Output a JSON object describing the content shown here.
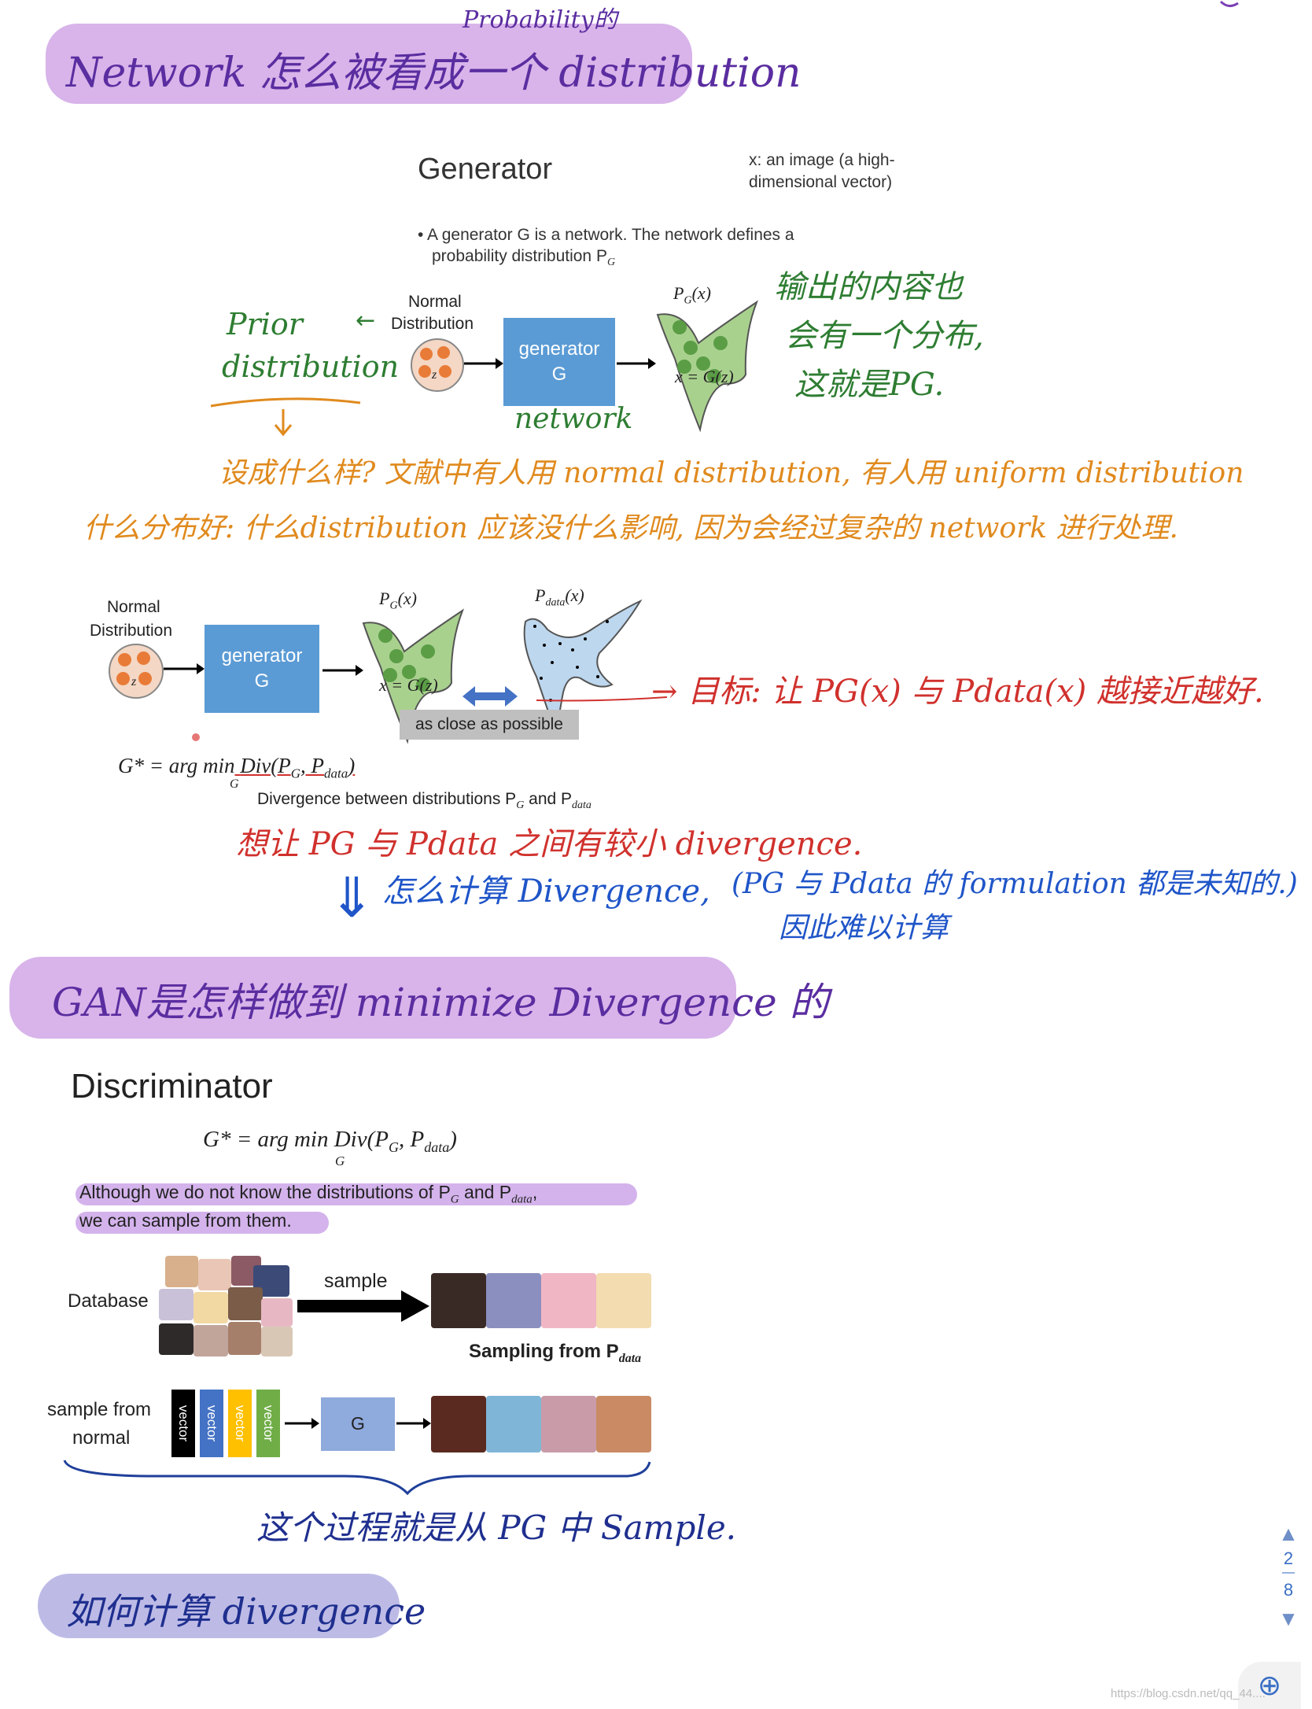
{
  "colors": {
    "purple_highlight": "#d8b4ea",
    "purple_ink": "#5a2da0",
    "green_ink": "#2e7d32",
    "orange_ink": "#e08a1e",
    "red_ink": "#d0312d",
    "blue_ink": "#1f55c8",
    "box_blue": "#5b9bd5",
    "blob_green": "#a9d18e",
    "blob_blue": "#bdd7ee"
  },
  "notes": {
    "title1": "Network 怎么被看成一个 distribution",
    "title1_sup": "Probability的",
    "prior": "Prior",
    "prior2": "distribution",
    "prior_arrow": "←",
    "network": "network",
    "green1": "输出的内容也",
    "green2": "会有一个分布,",
    "green3": "这就是PG.",
    "orange1": "设成什么样? 文献中有人用 normal distribution, 有人用 uniform distribution",
    "orange2": "什么分布好: 什么distribution 应该没什么影响, 因为会经过复杂的 network 进行处理.",
    "red_goal": "→ 目标: 让 PG(x) 与 Pdata(x) 越接近越好.",
    "red2": "想让 PG 与 Pdata 之间有较小 divergence.",
    "blue1": "怎么计算 Divergence,",
    "blue2": "(PG 与 Pdata 的 formulation 都是未知的.)",
    "blue3": "因此难以计算",
    "down_arrow": "⇓",
    "title2": "GAN是怎样做到 minimize Divergence 的",
    "blue4": "这个过程就是从 PG 中 Sample.",
    "title3": "如何计算 divergence"
  },
  "slide1": {
    "title": "Generator",
    "note": "x: an image (a high-",
    "note2": "dimensional vector)",
    "bullet": "• A generator G is a network. The network defines a",
    "bullet2": "probability distribution P",
    "bullet2_sub": "G",
    "normal": "Normal",
    "distribution": "Distribution",
    "z": "z",
    "gen": "generator",
    "gen2": "G",
    "pg": "P",
    "pg_sub": "G",
    "pg_x": "(x)",
    "xg": "x = G(z)"
  },
  "slide2": {
    "normal": "Normal",
    "distribution": "Distribution",
    "z": "z",
    "gen": "generator",
    "gen2": "G",
    "pg": "P",
    "pg_sub": "G",
    "pg_x": "(x)",
    "pdata": "P",
    "pdata_sub": "data",
    "pdata_x": "(x)",
    "xg": "x = G(z)",
    "close": "as close as possible",
    "eq_lhs": "G* = arg min",
    "eq_under": "G",
    "eq_rhs": "Div(P",
    "eq_sub1": "G",
    "eq_mid": ", P",
    "eq_sub2": "data",
    "eq_end": ")",
    "div_caption": "Divergence between distributions P",
    "div_caption_sub": "G",
    "div_caption_and": " and P",
    "div_caption_sub2": "data"
  },
  "slide3": {
    "title": "Discriminator",
    "eq_lhs": "G* = arg min",
    "eq_under": "G",
    "eq_rhs": "Div(P",
    "eq_sub1": "G",
    "eq_mid": ", P",
    "eq_sub2": "data",
    "eq_end": ")",
    "line1": "Although we do not know the distributions of P",
    "line1_sub": "G",
    "line1_and": " and P",
    "line1_sub2": "data",
    "line1_end": ",",
    "line2": "we can sample from them.",
    "database": "Database",
    "sample": "sample",
    "sampling": "Sampling from P",
    "sampling_sub": "data",
    "sample_from": "sample from",
    "normal": "normal",
    "vectors": [
      "vector",
      "vector",
      "vector",
      "vector"
    ],
    "g": "G"
  },
  "nav": {
    "up": "▲",
    "page": "2",
    "sep": "—",
    "total": "8",
    "down": "▼",
    "zoom": "⊕"
  },
  "watermark": "https://blog.csdn.net/qq_44...."
}
